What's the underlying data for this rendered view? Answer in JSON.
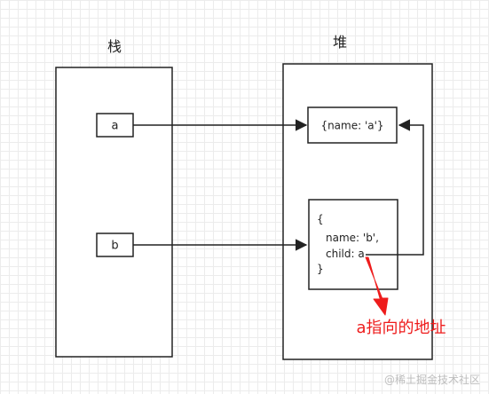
{
  "labels": {
    "stack_title": "栈",
    "heap_title": "堆",
    "var_a": "a",
    "var_b": "b",
    "obj_a": "{name: 'a'}",
    "obj_b_open": "{",
    "obj_b_name": "name: 'b',",
    "obj_b_child": "child: a",
    "obj_b_close": "}",
    "annotation": "a指向的地址"
  },
  "colors": {
    "line": "#222222",
    "annotation": "#ee1c1c",
    "watermark": "#bdbdbd"
  },
  "watermark": "@稀土掘金技术社区"
}
